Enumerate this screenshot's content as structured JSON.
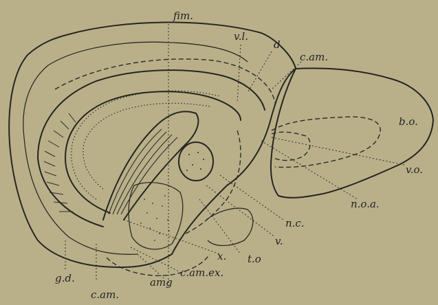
{
  "figure": {
    "background": "#b9b08a",
    "ink": "#252520",
    "labels": {
      "fim": "fim.",
      "vl": "v.l.",
      "d": "d.",
      "cam_top": "c.am.",
      "bo": "b.o.",
      "vo": "v.o.",
      "noa": "n.o.a.",
      "nc": "n.c.",
      "v": "v.",
      "to": "t.o",
      "x": "x.",
      "camex": "c.am.ex.",
      "amg": "amg",
      "gd": "g.d.",
      "cam_bottom": "c.am."
    }
  }
}
